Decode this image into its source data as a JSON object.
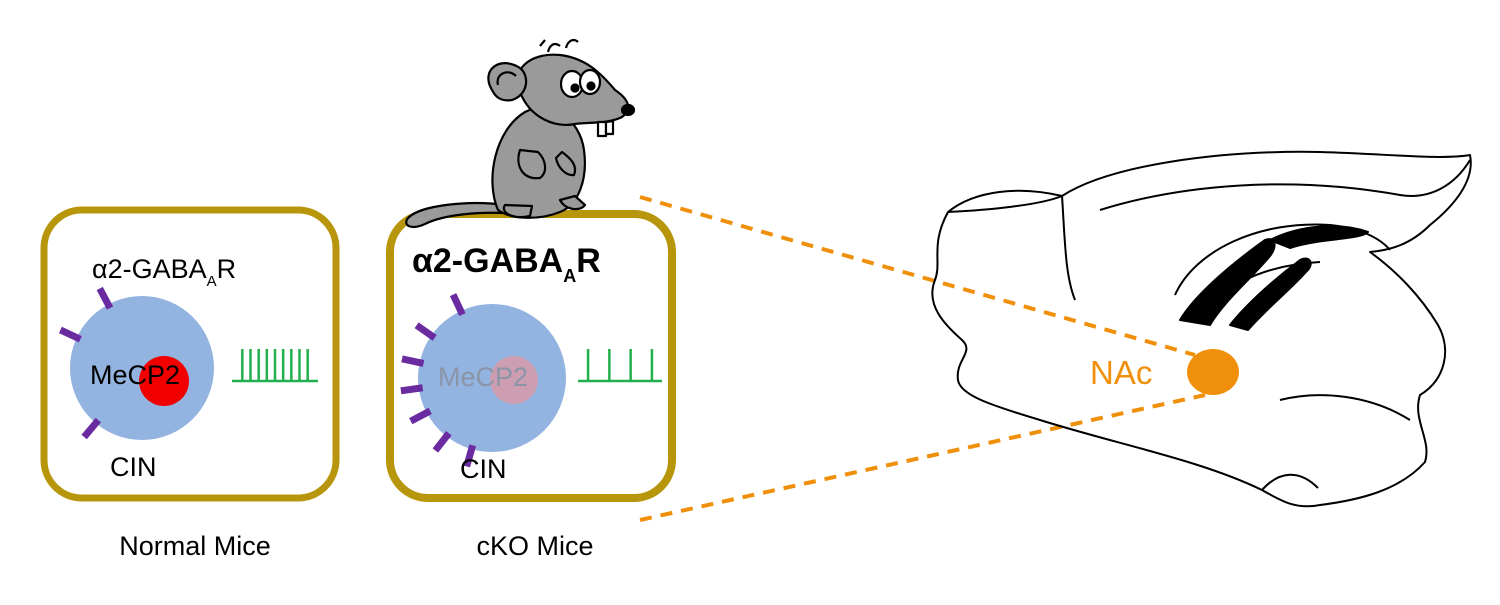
{
  "colors": {
    "box_border": "#b8960c",
    "cell": "#93b3e0",
    "nucleus_normal": "#f20000",
    "nucleus_cko": "#d79aa9",
    "receptor": "#6a2aa0",
    "spikes": "#21b04b",
    "nac": "#f0900a",
    "dashed_line": "#f0900a",
    "mouse_fill": "#9a9a9a",
    "brain_outline": "#000000"
  },
  "normal_panel": {
    "receptor_label_main": "α2-GABA",
    "receptor_label_sub": "A",
    "receptor_label_end": "R",
    "protein_label": "MeCP2",
    "cell_label": "CIN",
    "caption": "Normal Mice",
    "receptor_count": 3,
    "spike_count": 9
  },
  "cko_panel": {
    "receptor_label_main": "α2-GABA",
    "receptor_label_sub": "A",
    "receptor_label_end": "R",
    "protein_label": "MeCP2",
    "cell_label": "CIN",
    "caption": "cKO Mice",
    "receptor_count": 7,
    "spike_count": 4
  },
  "brain": {
    "region_label": "NAc"
  },
  "icons": {
    "mouse": "cartoon-mouse-icon",
    "brain": "sagittal-brain-outline"
  }
}
